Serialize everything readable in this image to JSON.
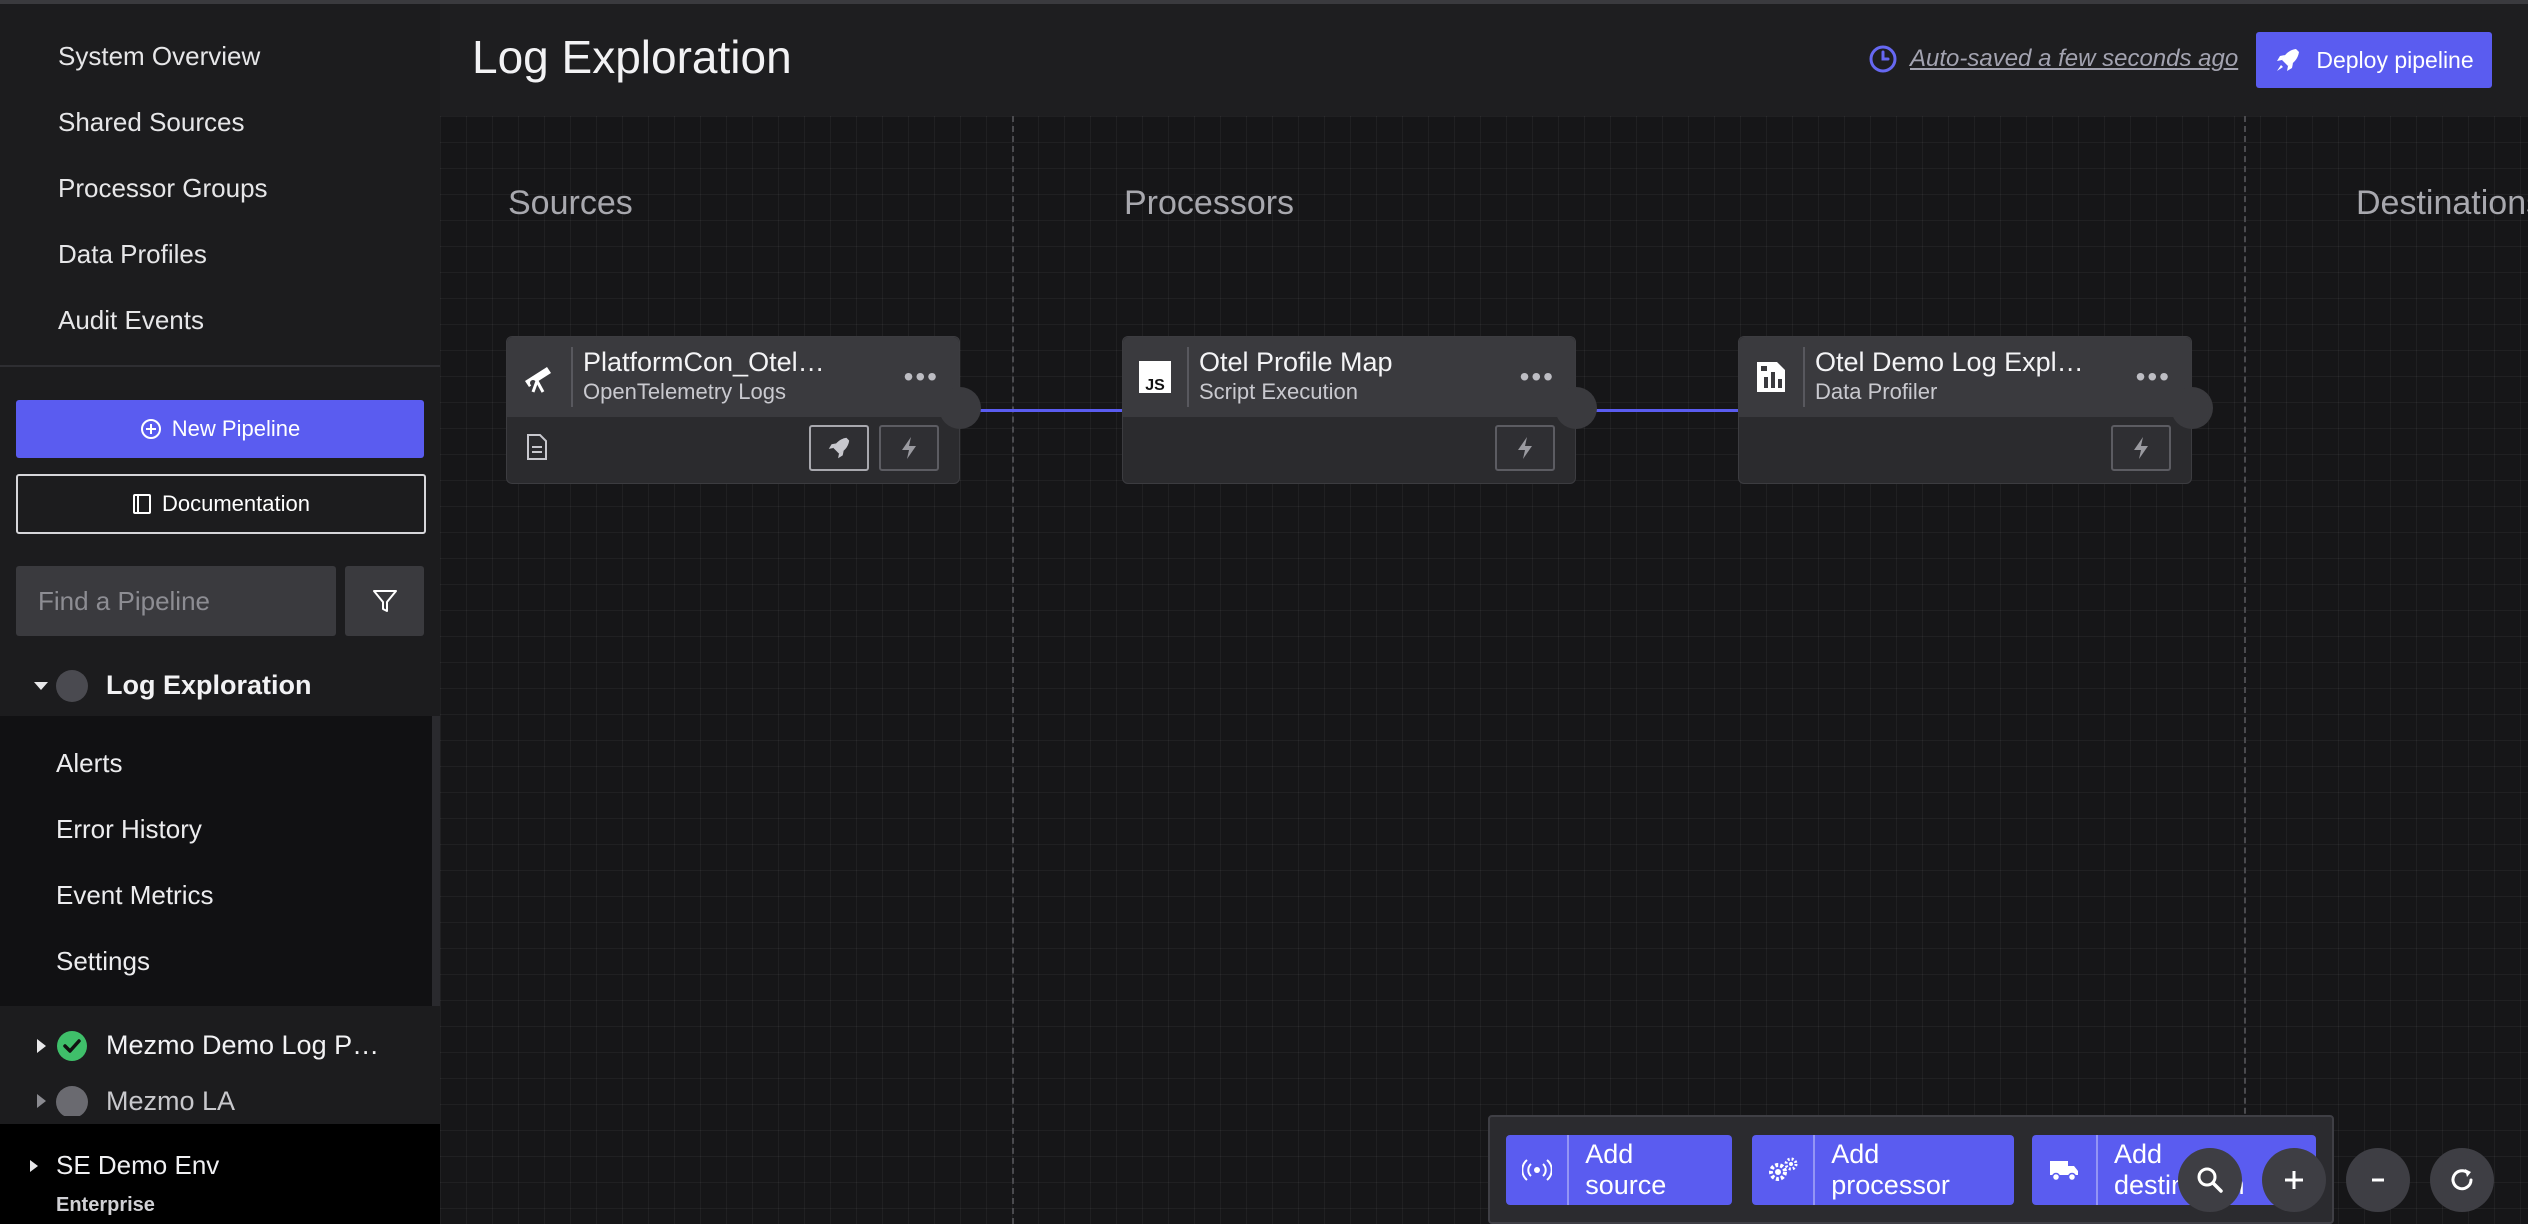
{
  "sidebar": {
    "nav_items": [
      {
        "label": "System Overview"
      },
      {
        "label": "Shared Sources"
      },
      {
        "label": "Processor Groups"
      },
      {
        "label": "Data Profiles"
      },
      {
        "label": "Audit Events"
      }
    ],
    "new_pipeline_label": "New Pipeline",
    "documentation_label": "Documentation",
    "search_placeholder": "Find a Pipeline",
    "search_value": "",
    "active_pipeline": {
      "label": "Log Exploration",
      "status": "neutral"
    },
    "sub_items": [
      {
        "label": "Alerts"
      },
      {
        "label": "Error History"
      },
      {
        "label": "Event Metrics"
      },
      {
        "label": "Settings"
      }
    ],
    "other_pipelines": [
      {
        "label": "Mezmo Demo Log P…",
        "status": "ok"
      },
      {
        "label": "Mezmo LA",
        "status": "neutral"
      }
    ],
    "environment": {
      "name": "SE Demo Env",
      "plan": "Enterprise"
    }
  },
  "header": {
    "title": "Log Exploration",
    "autosave_text": "Auto-saved a few seconds ago",
    "deploy_label": "Deploy pipeline"
  },
  "canvas": {
    "columns": [
      {
        "label": "Sources"
      },
      {
        "label": "Processors"
      },
      {
        "label": "Destinations"
      }
    ],
    "nodes": [
      {
        "title": "PlatformCon_Otel…",
        "subtitle": "OpenTelemetry Logs",
        "icon": "telescope-icon"
      },
      {
        "title": "Otel Profile Map",
        "subtitle": "Script Execution",
        "icon": "js-icon"
      },
      {
        "title": "Otel Demo Log Expl…",
        "subtitle": "Data Profiler",
        "icon": "data-profiler-icon"
      }
    ],
    "add_source_label": "Add source",
    "add_processor_label": "Add processor",
    "add_destination_label": "Add destination"
  },
  "colors": {
    "accent": "#5a5cf0",
    "status_ok": "#3fbf6a",
    "background": "#161618"
  }
}
